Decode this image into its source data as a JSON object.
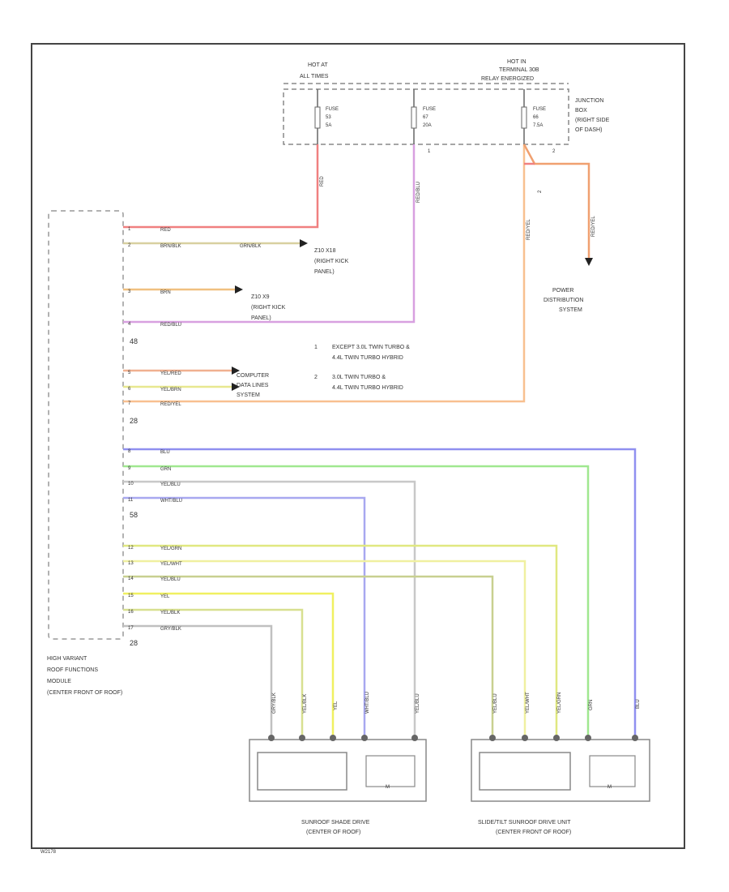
{
  "hot_at_all_times": [
    "HOT AT",
    "ALL TIMES"
  ],
  "hot_in_terminal": [
    "HOT IN",
    "TERMINAL 30B",
    "RELAY ENERGIZED"
  ],
  "junction_box": [
    "JUNCTION",
    "BOX",
    "(RIGHT SIDE",
    "OF DASH)"
  ],
  "fuses": [
    {
      "label": "FUSE",
      "number": "53",
      "rating": "5A"
    },
    {
      "label": "FUSE",
      "number": "67",
      "rating": "20A"
    },
    {
      "label": "FUSE",
      "number": "66",
      "rating": "7.5A"
    }
  ],
  "fuse_marks": {
    "fuse67_note": "1",
    "fuse66_note": "2",
    "jump_note": "2"
  },
  "power_distribution": [
    "POWER",
    "DISTRIBUTION",
    "SYSTEM"
  ],
  "ground_x118": [
    "Z10 X18",
    "(RIGHT KICK",
    "PANEL)"
  ],
  "ground_x98": [
    "Z10 X9",
    "(RIGHT KICK",
    "PANEL)"
  ],
  "computer_data_lines": [
    "COMPUTER",
    "DATA LINES",
    "SYSTEM"
  ],
  "notes": [
    {
      "num": "1",
      "lines": [
        "EXCEPT 3.0L TWIN TURBO &",
        "4.4L TWIN TURBO HYBRID"
      ]
    },
    {
      "num": "2",
      "lines": [
        "3.0L TWIN TURBO &",
        "4.4L TWIN TURBO HYBRID"
      ]
    }
  ],
  "module_label": [
    "HIGH VARIANT",
    "ROOF FUNCTIONS",
    "MODULE",
    "(CENTER FRONT OF ROOF)"
  ],
  "connector_ids": [
    "48",
    "28",
    "58",
    "28"
  ],
  "left_wires": [
    {
      "pin": "1",
      "color_label": "RED",
      "hex": "#f08080"
    },
    {
      "pin": "2",
      "color_label": "BRN/BLK",
      "hex": "#d8d0a0"
    },
    {
      "pin": "3",
      "color_label": "BRN",
      "hex": "#f0c080"
    },
    {
      "pin": "4",
      "color_label": "RED/BLU",
      "hex": "#d8a0e0"
    },
    {
      "pin": "5",
      "color_label": "YEL/RED",
      "hex": "#f0b090"
    },
    {
      "pin": "6",
      "color_label": "YEL/BRN",
      "hex": "#e8e890"
    },
    {
      "pin": "7",
      "color_label": "RED/YEL",
      "hex": "#f8c090"
    },
    {
      "pin": "8",
      "color_label": "BLU",
      "hex": "#9090f0"
    },
    {
      "pin": "9",
      "color_label": "GRN",
      "hex": "#a0e890"
    },
    {
      "pin": "10",
      "color_label": "YEL/BLU",
      "hex": "#c8c8c8"
    },
    {
      "pin": "11",
      "color_label": "WHT/BLU",
      "hex": "#a8a8f0"
    },
    {
      "pin": "12",
      "color_label": "YEL/GRN",
      "hex": "#e0e880"
    },
    {
      "pin": "13",
      "color_label": "YEL/WHT",
      "hex": "#f0f0a0"
    },
    {
      "pin": "14",
      "color_label": "YEL/BLU",
      "hex": "#c8d090"
    },
    {
      "pin": "15",
      "color_label": "YEL",
      "hex": "#f0f060"
    },
    {
      "pin": "16",
      "color_label": "YEL/BLK",
      "hex": "#d8e090"
    },
    {
      "pin": "17",
      "color_label": "GRY/BLK",
      "hex": "#c0c0c0"
    }
  ],
  "mid_labels": [
    "GRN/BLK",
    "RED",
    "RED/BLU",
    "RED/YEL",
    "RED/YEL"
  ],
  "vertical_labels_left": [
    "GRY/BLK",
    "YEL/BLK",
    "YEL",
    "WHT/BLU",
    "YEL/BLU"
  ],
  "vertical_labels_right": [
    "YEL/BLU",
    "YEL/WHT",
    "YEL/GRN",
    "GRN",
    "BLU"
  ],
  "motor_symbol": "M",
  "shade_drive": [
    "SUNROOF SHADE DRIVE",
    "(CENTER OF ROOF)"
  ],
  "tilt_drive": [
    "SLIDE/TILT SUNROOF DRIVE UNIT",
    "(CENTER FRONT OF ROOF)"
  ],
  "figure_id": "W2178"
}
